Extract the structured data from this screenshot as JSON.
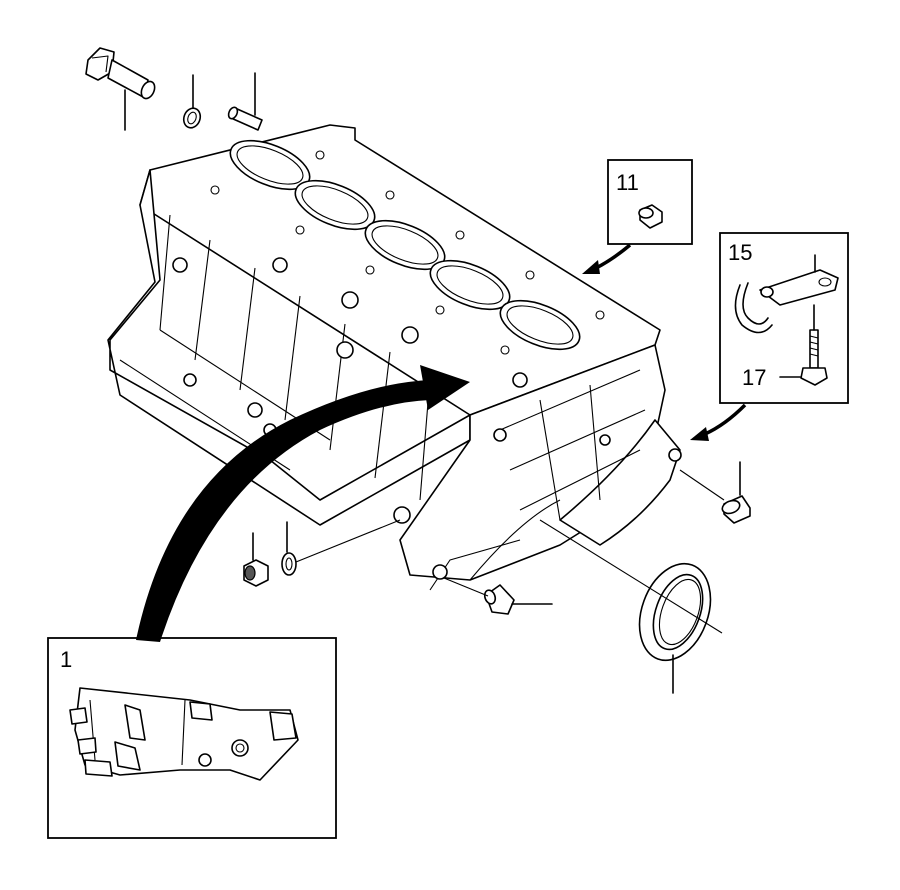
{
  "callouts": {
    "c1": "1",
    "c11": "11",
    "c15": "15",
    "c17": "17"
  },
  "colors": {
    "line": "#000000",
    "background": "#ffffff",
    "shade": "#b9b9b9"
  }
}
